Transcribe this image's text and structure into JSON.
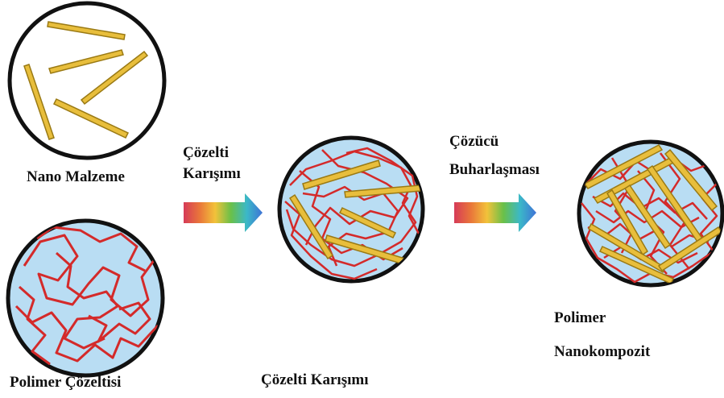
{
  "labels": {
    "nano_material": "Nano Malzeme",
    "polymer_solution": "Polimer Çözeltisi",
    "arrow1_line1": "Çözelti",
    "arrow1_line2": "Karışımı",
    "arrow2_line1": "Çözücü",
    "arrow2_line2": "Buharlaşması",
    "mixture": "Çözelti Karışımı",
    "result_line1": "Polimer",
    "result_line2": "Nanokompozit"
  },
  "colors": {
    "rod_fill": "#E8BE3C",
    "rod_stroke": "#9A7A14",
    "polymer": "#D42A2A",
    "solution_bg": "#B9DDF3",
    "circle_stroke": "#111111"
  },
  "arrow_gradient": [
    "#D63B58",
    "#E9753A",
    "#F2C23A",
    "#69C049",
    "#3BB8C8",
    "#3F73D6"
  ]
}
